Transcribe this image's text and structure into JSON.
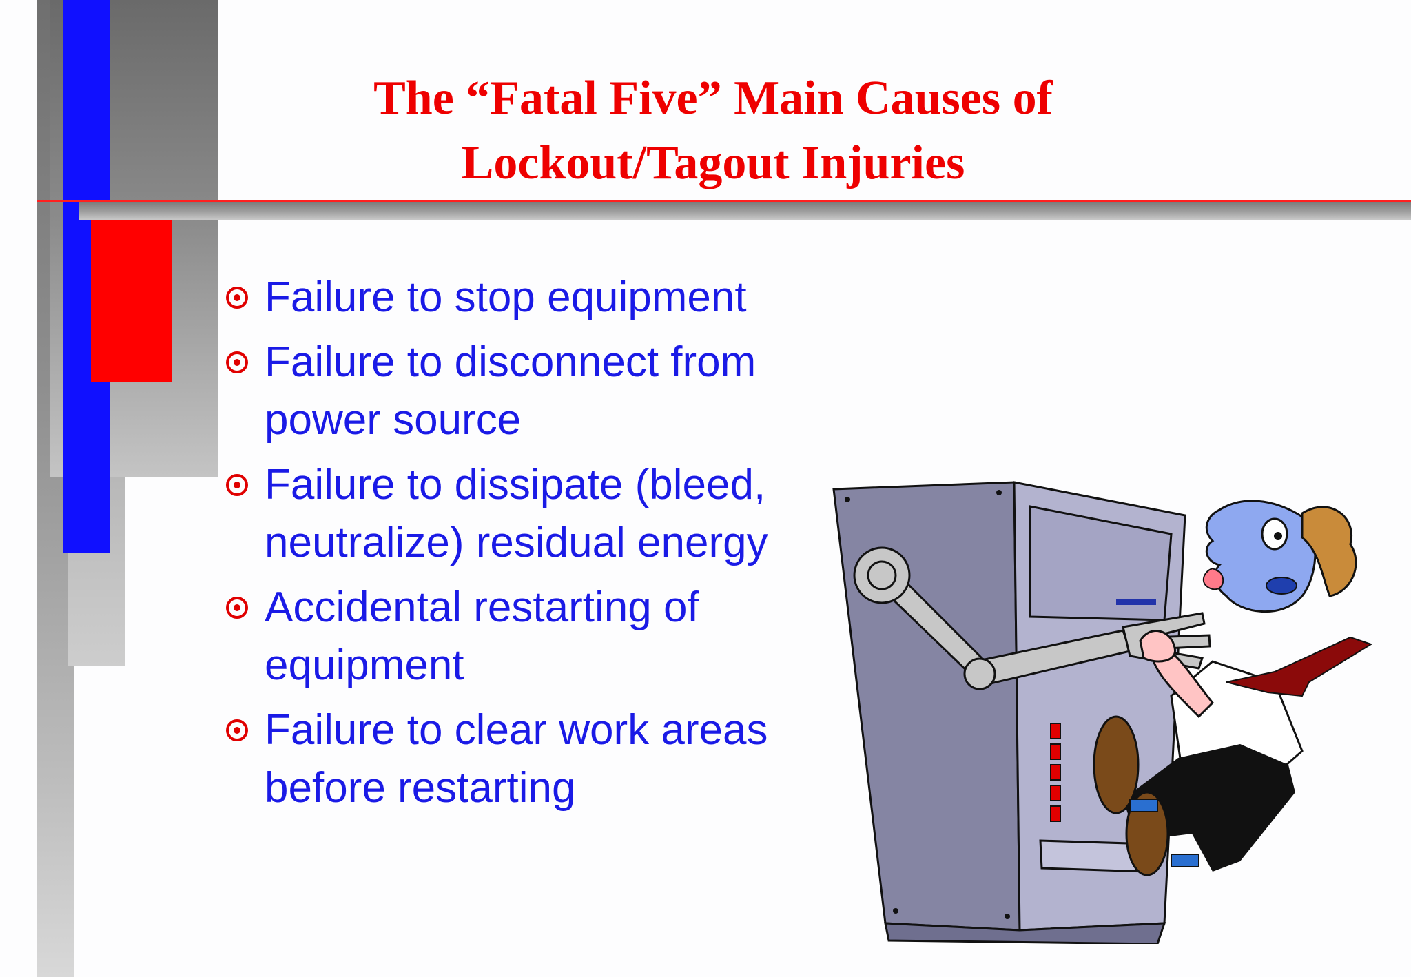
{
  "slide": {
    "title_lines": [
      "The “Fatal Five” Main Causes of",
      "Lockout/Tagout Injuries"
    ],
    "bullets": [
      {
        "lines": [
          "Failure to stop equipment"
        ]
      },
      {
        "lines": [
          "Failure to disconnect from",
          "power source"
        ]
      },
      {
        "lines": [
          "Failure to dissipate (bleed,",
          "neutralize) residual energy"
        ]
      },
      {
        "lines": [
          "Accidental restarting of",
          "equipment"
        ]
      },
      {
        "lines": [
          "Failure to clear work areas",
          "before restarting"
        ]
      }
    ],
    "illustration": "machine-grabbing-worker-illustration"
  },
  "colors": {
    "title": "#ee0000",
    "bullet_text": "#1a1ae6",
    "bullet_marker": "#e00000",
    "accent_blue": "#1010ff",
    "accent_red": "#ff0000"
  }
}
